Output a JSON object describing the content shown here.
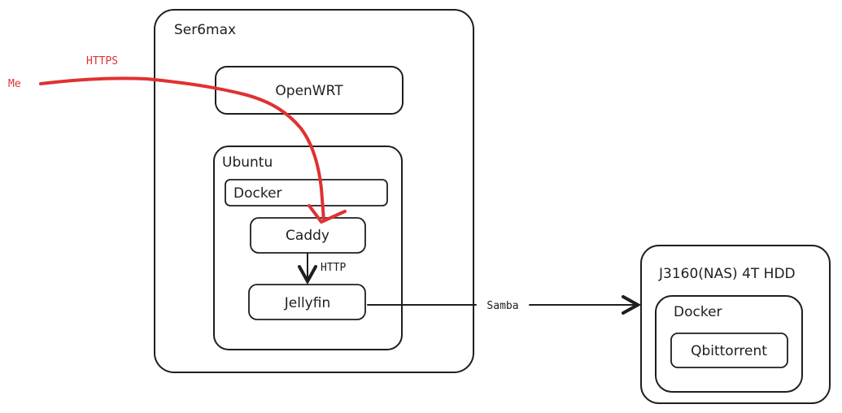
{
  "colors": {
    "ink": "#1e1e1e",
    "accent_red": "#e03131",
    "background": "#ffffff"
  },
  "nodes": {
    "ser6max": "Ser6max",
    "openwrt": "OpenWRT",
    "ubuntu": "Ubuntu",
    "docker_ubuntu": "Docker",
    "caddy": "Caddy",
    "jellyfin": "Jellyfin",
    "nas": "J3160(NAS) 4T HDD",
    "docker_nas": "Docker",
    "qbittorrent": "Qbittorrent"
  },
  "edges": {
    "me": "Me",
    "https": "HTTPS",
    "http": "HTTP",
    "samba": "Samba"
  }
}
